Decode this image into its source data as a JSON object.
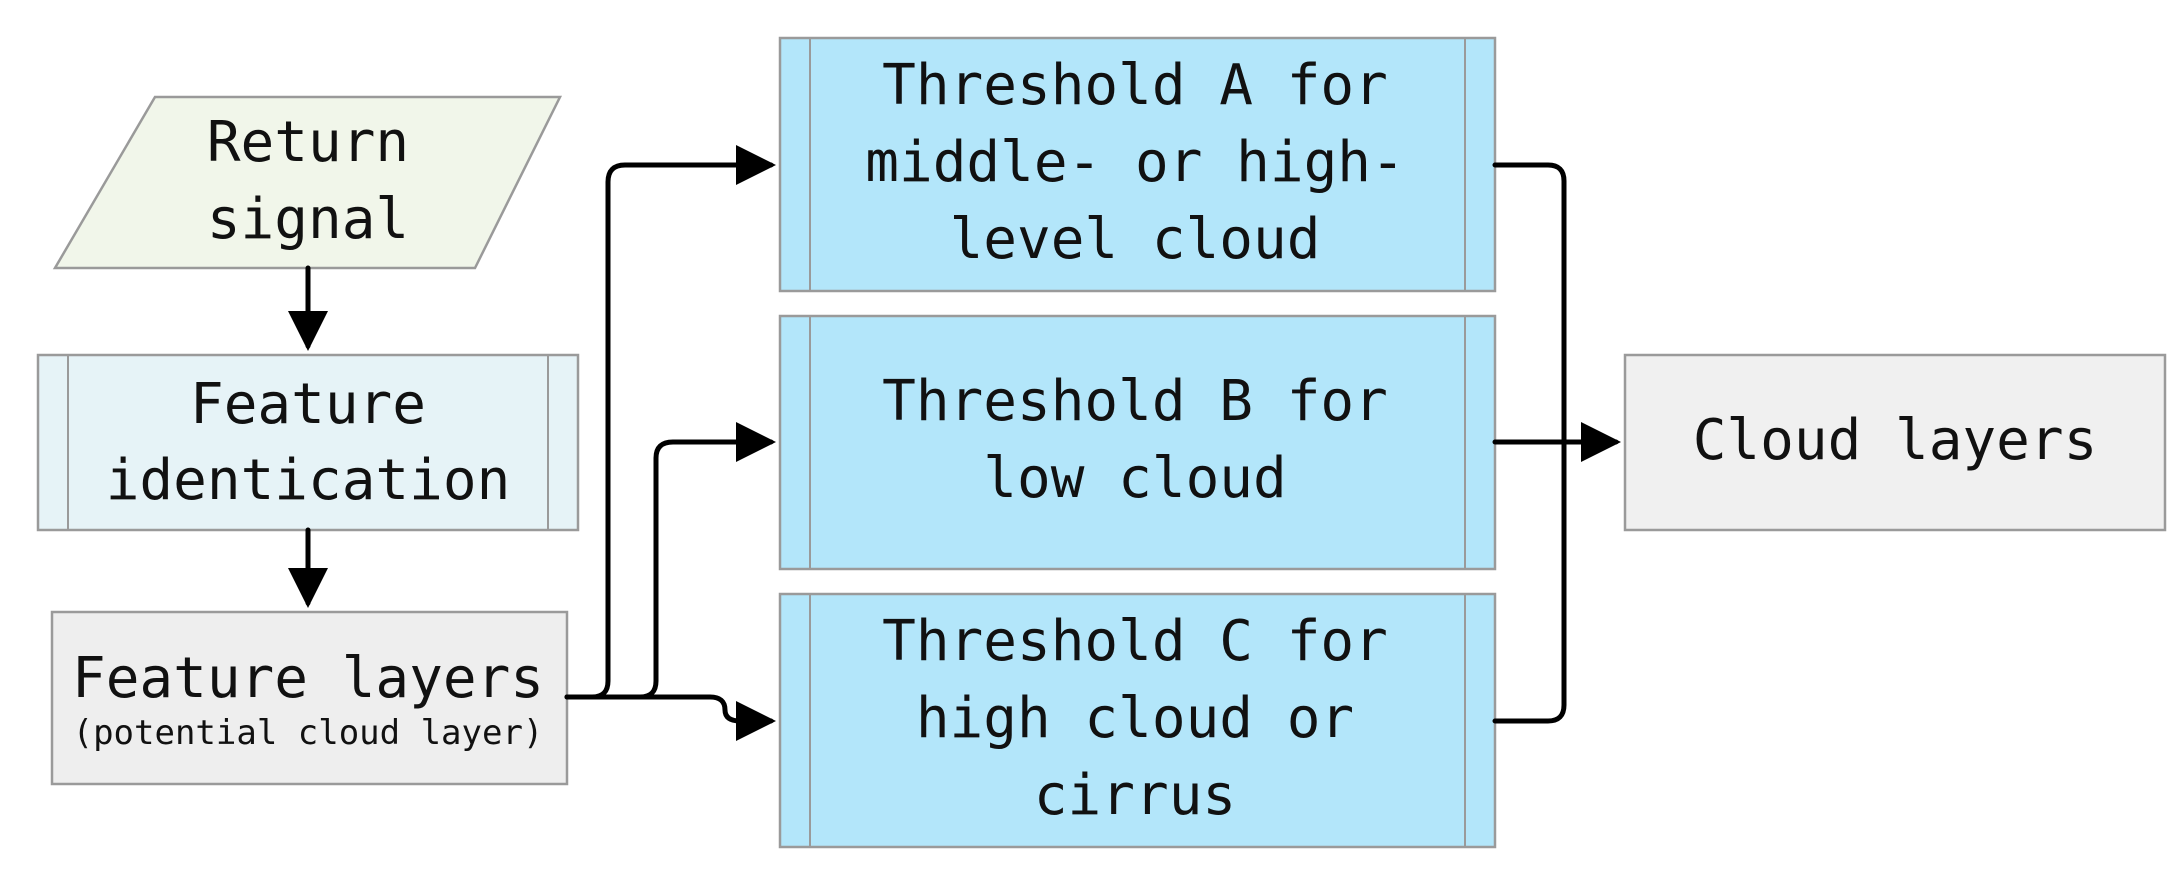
{
  "nodes": {
    "return_signal": {
      "lines": [
        "Return",
        "signal"
      ]
    },
    "feature_identification": {
      "lines": [
        "Feature",
        "identication"
      ]
    },
    "feature_layers": {
      "title": "Feature layers",
      "subtitle": "(potential cloud layer)"
    },
    "threshold_a": {
      "lines": [
        "Threshold A for",
        "middle- or high-",
        "level cloud"
      ]
    },
    "threshold_b": {
      "lines": [
        "Threshold B for",
        "low cloud"
      ]
    },
    "threshold_c": {
      "lines": [
        "Threshold C for",
        "high cloud or",
        "cirrus"
      ]
    },
    "cloud_layers": {
      "lines": [
        "Cloud layers"
      ]
    }
  },
  "colors": {
    "input_fill": "#f1f6ea",
    "process_fill": "#e6f3f7",
    "data_fill": "#eeeeee",
    "threshold_fill": "#b3e6fa",
    "output_fill": "#f0f0f0",
    "connector": "#000000"
  }
}
